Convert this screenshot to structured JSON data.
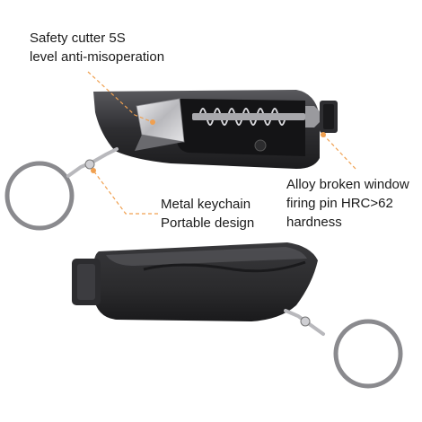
{
  "callouts": {
    "cutter": {
      "line1": "Safety cutter 5S",
      "line2": "level anti-misoperation"
    },
    "keychain": {
      "line1": "Metal keychain",
      "line2": "Portable design"
    },
    "pin": {
      "line1": "Alloy broken window",
      "line2": "firing pin  HRC>62",
      "line3": "hardness"
    }
  },
  "colors": {
    "leader_line": "#f0a050",
    "body_dark": "#2a2a2c",
    "body_light": "#5a5a5e",
    "metal": "#c8c8cc",
    "ring": "#8a8a8e"
  }
}
